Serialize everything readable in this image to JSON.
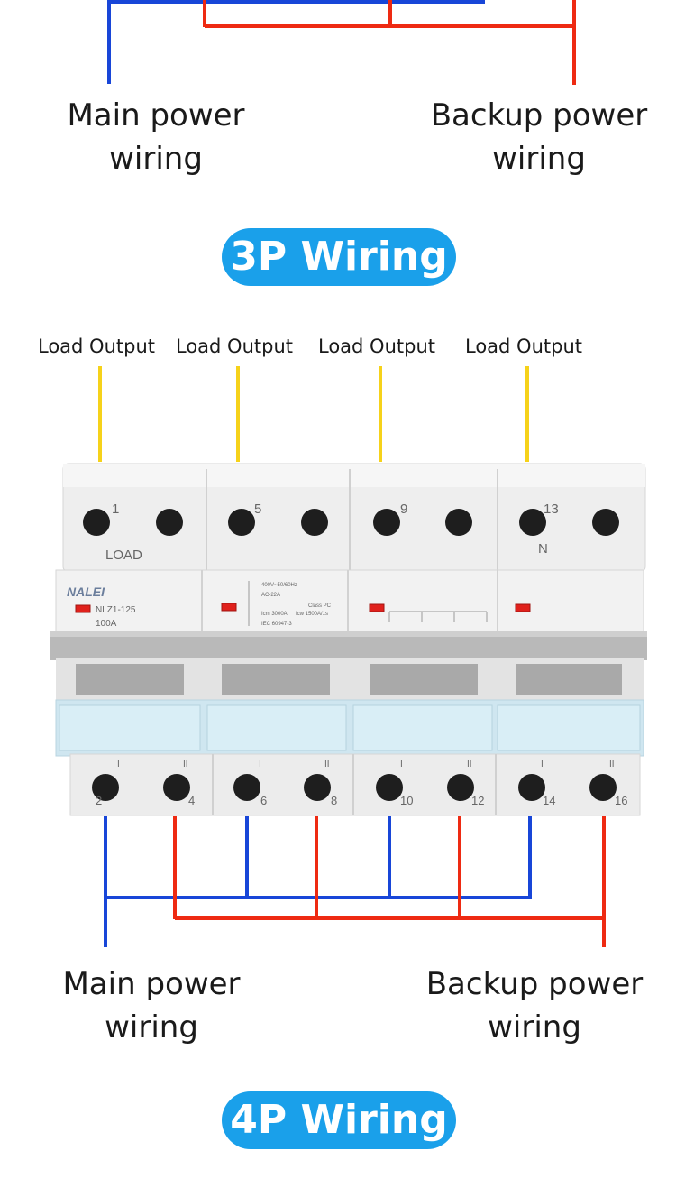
{
  "top_section": {
    "main_label_line1": "Main power",
    "main_label_line2": "wiring",
    "backup_label_line1": "Backup power",
    "backup_label_line2": "wiring",
    "title": "3P Wiring"
  },
  "bottom_section": {
    "load_outputs": [
      "Load Output",
      "Load Output",
      "Load Output",
      "Load Output"
    ],
    "main_label_line1": "Main power",
    "main_label_line2": "wiring",
    "backup_label_line1": "Backup power",
    "backup_label_line2": "wiring",
    "title": "4P Wiring"
  },
  "device": {
    "brand": "NALEI",
    "model": "NLZ1-125",
    "rating": "100A",
    "load_text": "LOAD",
    "neutral_text": "N",
    "spec_lines": [
      "400V~50/60Hz",
      "AC-22A",
      "Class PC",
      "Icm 3000A",
      "Icw 1500A/1s",
      "IEC 60947-3"
    ],
    "top_terminals": [
      "1",
      "5",
      "9",
      "13"
    ],
    "bottom_terminals": [
      "2",
      "4",
      "6",
      "8",
      "10",
      "12",
      "14",
      "16"
    ],
    "position_marks": [
      "I",
      "II"
    ]
  },
  "colors": {
    "main_wire": "#1846d8",
    "backup_wire": "#ee2a12",
    "load_wire": "#f6d21a",
    "title_pill": "#1aa0ea"
  }
}
